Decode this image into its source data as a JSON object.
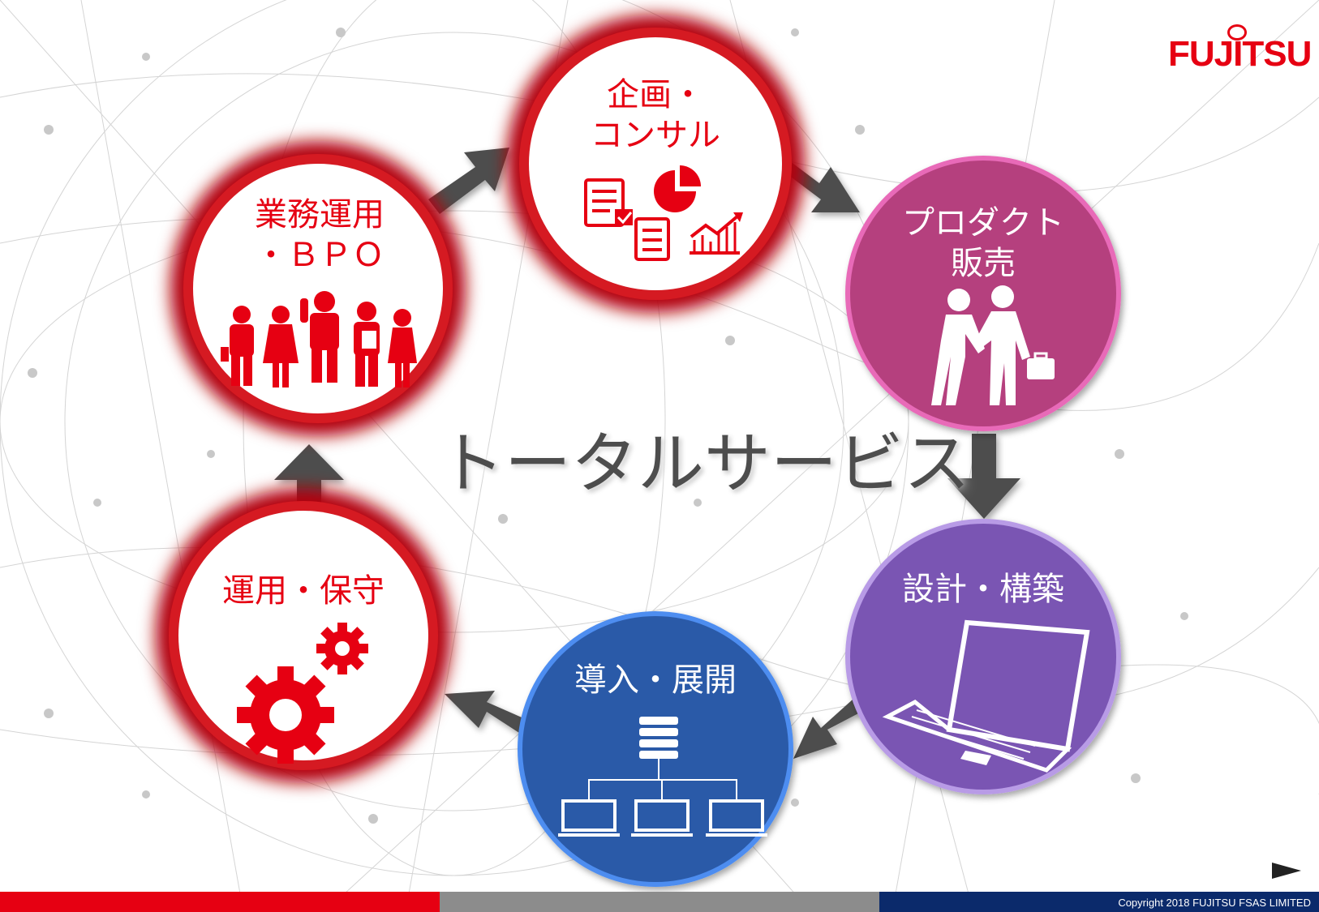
{
  "center_title": "トータルサービス",
  "logo": {
    "text": "FUJITSU",
    "color": "#e60012"
  },
  "copyright": "Copyright 2018 FUJITSU FSAS LIMITED",
  "colors": {
    "red": "#e60012",
    "magenta": "#b5407e",
    "purple": "#7a54b3",
    "blue": "#2a5aa8",
    "arrow": "#4d4d4d",
    "bar_gray": "#8c8c8c",
    "bar_navy": "#0b2a6b"
  },
  "nodes": [
    {
      "id": "planning",
      "line1": "企画・",
      "line2": "コンサル",
      "icon": "documents-chart-icon"
    },
    {
      "id": "product",
      "line1": "プロダクト",
      "line2": "販売",
      "icon": "handshake-icon"
    },
    {
      "id": "design",
      "line1": "設計・構築",
      "icon": "laptop-icon"
    },
    {
      "id": "deploy",
      "line1": "導入・展開",
      "icon": "network-server-icon"
    },
    {
      "id": "maintenance",
      "line1": "運用・保守",
      "icon": "gears-icon"
    },
    {
      "id": "bpo",
      "line1": "業務運用",
      "line2": "・ＢＰＯ",
      "icon": "people-icon"
    }
  ]
}
